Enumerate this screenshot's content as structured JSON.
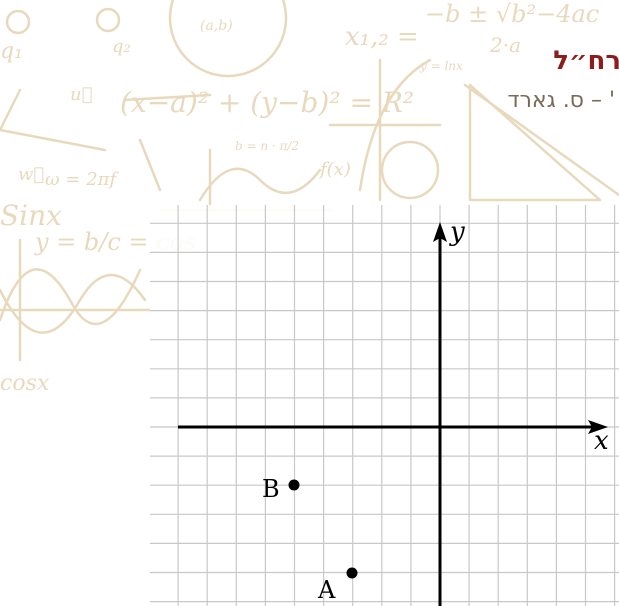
{
  "header": {
    "title": "רח״ל",
    "author": "' – ס. גארד"
  },
  "graph": {
    "x_axis_label": "x",
    "y_axis_label": "y",
    "points": [
      {
        "label": "B"
      },
      {
        "label": "A"
      }
    ]
  },
  "background_doodles": [
    "x₁,₂ = −b ± √b²−4ac / 2·a",
    "(x−a)² + (y−b)² = R²",
    "y = b/c = cos",
    "ω = 2πf",
    "Sinx",
    "cosx",
    "(a,b)",
    "y = lnx",
    "f(x)",
    "q₁",
    "q₂",
    "u⃗",
    "w⃗",
    "b = n · π/2"
  ],
  "colors": {
    "doodle": "#e8d9bd",
    "title": "#8b1d1d",
    "author": "#7a6a55",
    "grid": "#c8c8c8",
    "axis": "#000000"
  }
}
